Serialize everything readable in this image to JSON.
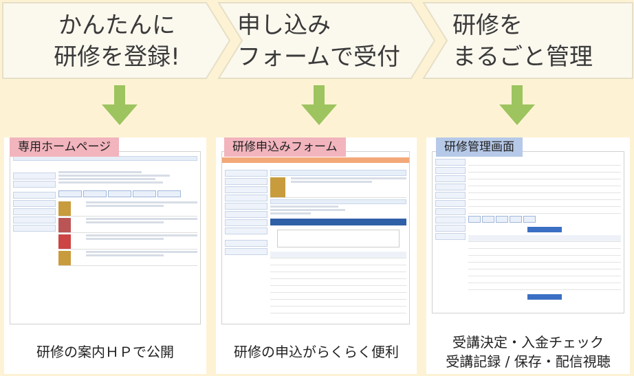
{
  "steps": [
    {
      "line1": "かんたんに",
      "line2": "研修を登録!"
    },
    {
      "line1": "申し込み",
      "line2": "フォームで受付"
    },
    {
      "line1": "研修を",
      "line2": "まるごと管理"
    }
  ],
  "cards": [
    {
      "tag": "専用ホームページ",
      "caption": "研修の案内ＨＰで公開"
    },
    {
      "tag": "研修申込みフォーム",
      "caption": "研修の申込がらくらく便利"
    },
    {
      "tag": "研修管理画面",
      "caption_line1": "受講決定・入金チェック",
      "caption_line2": "受講記録 / 保存・配信視聴"
    }
  ],
  "colors": {
    "banner": "#fbf8ee",
    "banner_stroke": "#e8e2cc",
    "arrow": "#9dc45f",
    "pink_tag": "#f2b4bd",
    "blue_tag": "#b6c9e8",
    "background": "#fdf3d4"
  }
}
